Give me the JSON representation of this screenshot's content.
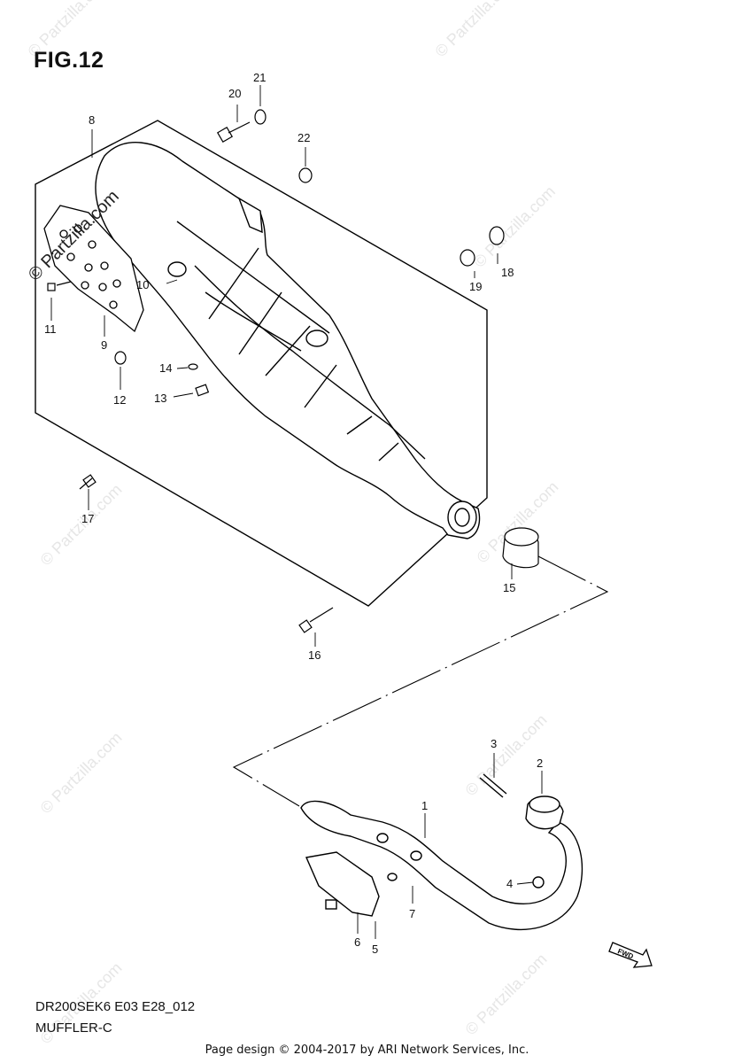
{
  "figure": {
    "title": "FIG.12",
    "model_code": "DR200SEK6 E03 E28_012",
    "diagram_name": "MUFFLER-C"
  },
  "footer": {
    "text": "Page design © 2004-2017 by ARI Network Services, Inc."
  },
  "watermark": {
    "main": "© Partzilla.com",
    "faint": "© Partzilla.com"
  },
  "fwd_badge": "FWD",
  "callouts": {
    "c1": "1",
    "c2": "2",
    "c3": "3",
    "c4": "4",
    "c5": "5",
    "c6": "6",
    "c7": "7",
    "c8": "8",
    "c9": "9",
    "c10": "10",
    "c11": "11",
    "c12": "12",
    "c13": "13",
    "c14": "14",
    "c15": "15",
    "c16": "16",
    "c17": "17",
    "c18": "18",
    "c19": "19",
    "c20": "20",
    "c21": "21",
    "c22": "22"
  }
}
